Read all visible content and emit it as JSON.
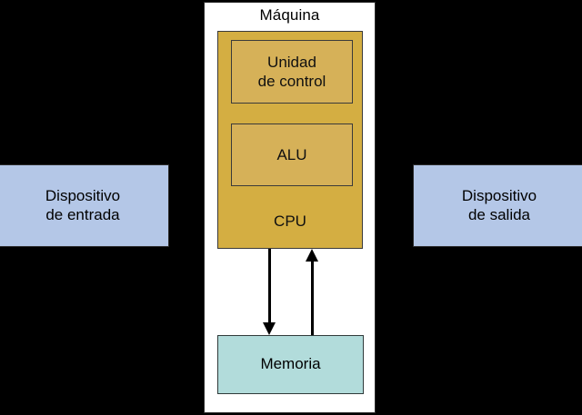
{
  "diagram": {
    "title": "Máquina",
    "machine": {
      "label": "Máquina",
      "cpu": {
        "label": "CPU",
        "blocks": [
          {
            "label": "Unidad\nde control"
          },
          {
            "label": "ALU"
          }
        ]
      },
      "memory": {
        "label": "Memoria"
      }
    },
    "devices": [
      {
        "label": "Dispositivo\nde entrada"
      },
      {
        "label": "Dispositivo\nde salida"
      }
    ],
    "arrows": [
      {
        "name": "cpu-to-memory",
        "direction": "down"
      },
      {
        "name": "memory-to-cpu",
        "direction": "up"
      }
    ],
    "colors": {
      "background": "#000000",
      "machine_fill": "#ffffff",
      "cpu_fill": "#d4ae42",
      "cpu_block_fill": "#d6b158",
      "memory_fill": "#b2dcdb",
      "device_fill": "#b4c7e7",
      "stroke": "#2b2b2b",
      "arrow": "#000000"
    }
  }
}
